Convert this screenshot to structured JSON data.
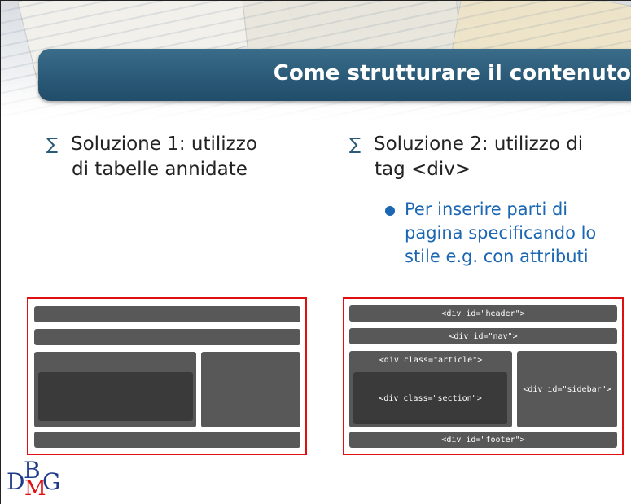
{
  "title": "Come strutturare il contenuto",
  "left_bullet": {
    "line1": "Soluzione 1: utilizzo",
    "line2": "di tabelle annidate"
  },
  "right_bullet": {
    "line1": "Soluzione 2: utilizzo di",
    "line2": "tag <div>",
    "sub": {
      "line1": "Per inserire parti di",
      "line2": "pagina specificando lo",
      "line3": "stile e.g. con attributi"
    }
  },
  "div_diagram": {
    "header": "<div id=\"header\">",
    "nav": "<div id=\"nav\">",
    "article": "<div class=\"article\">",
    "section": "<div class=\"section\">",
    "sidebar": "<div id=\"sidebar\">",
    "footer": "<div id=\"footer\">"
  },
  "logo": {
    "d": "D",
    "b": "B",
    "m": "M",
    "g": "G"
  },
  "colors": {
    "title_bar": "#2a5a78",
    "bullet_text": "#222222",
    "sub_bullet": "#1b67b3",
    "diagram_border": "#e01010",
    "block": "#585858",
    "block_dark": "#3a3a3a",
    "logo_blue": "#1e3a8a",
    "logo_red": "#e01010"
  },
  "icons": {
    "bullet": "sigma-bullet-icon",
    "sub_bullet": "dot-bullet-icon"
  }
}
